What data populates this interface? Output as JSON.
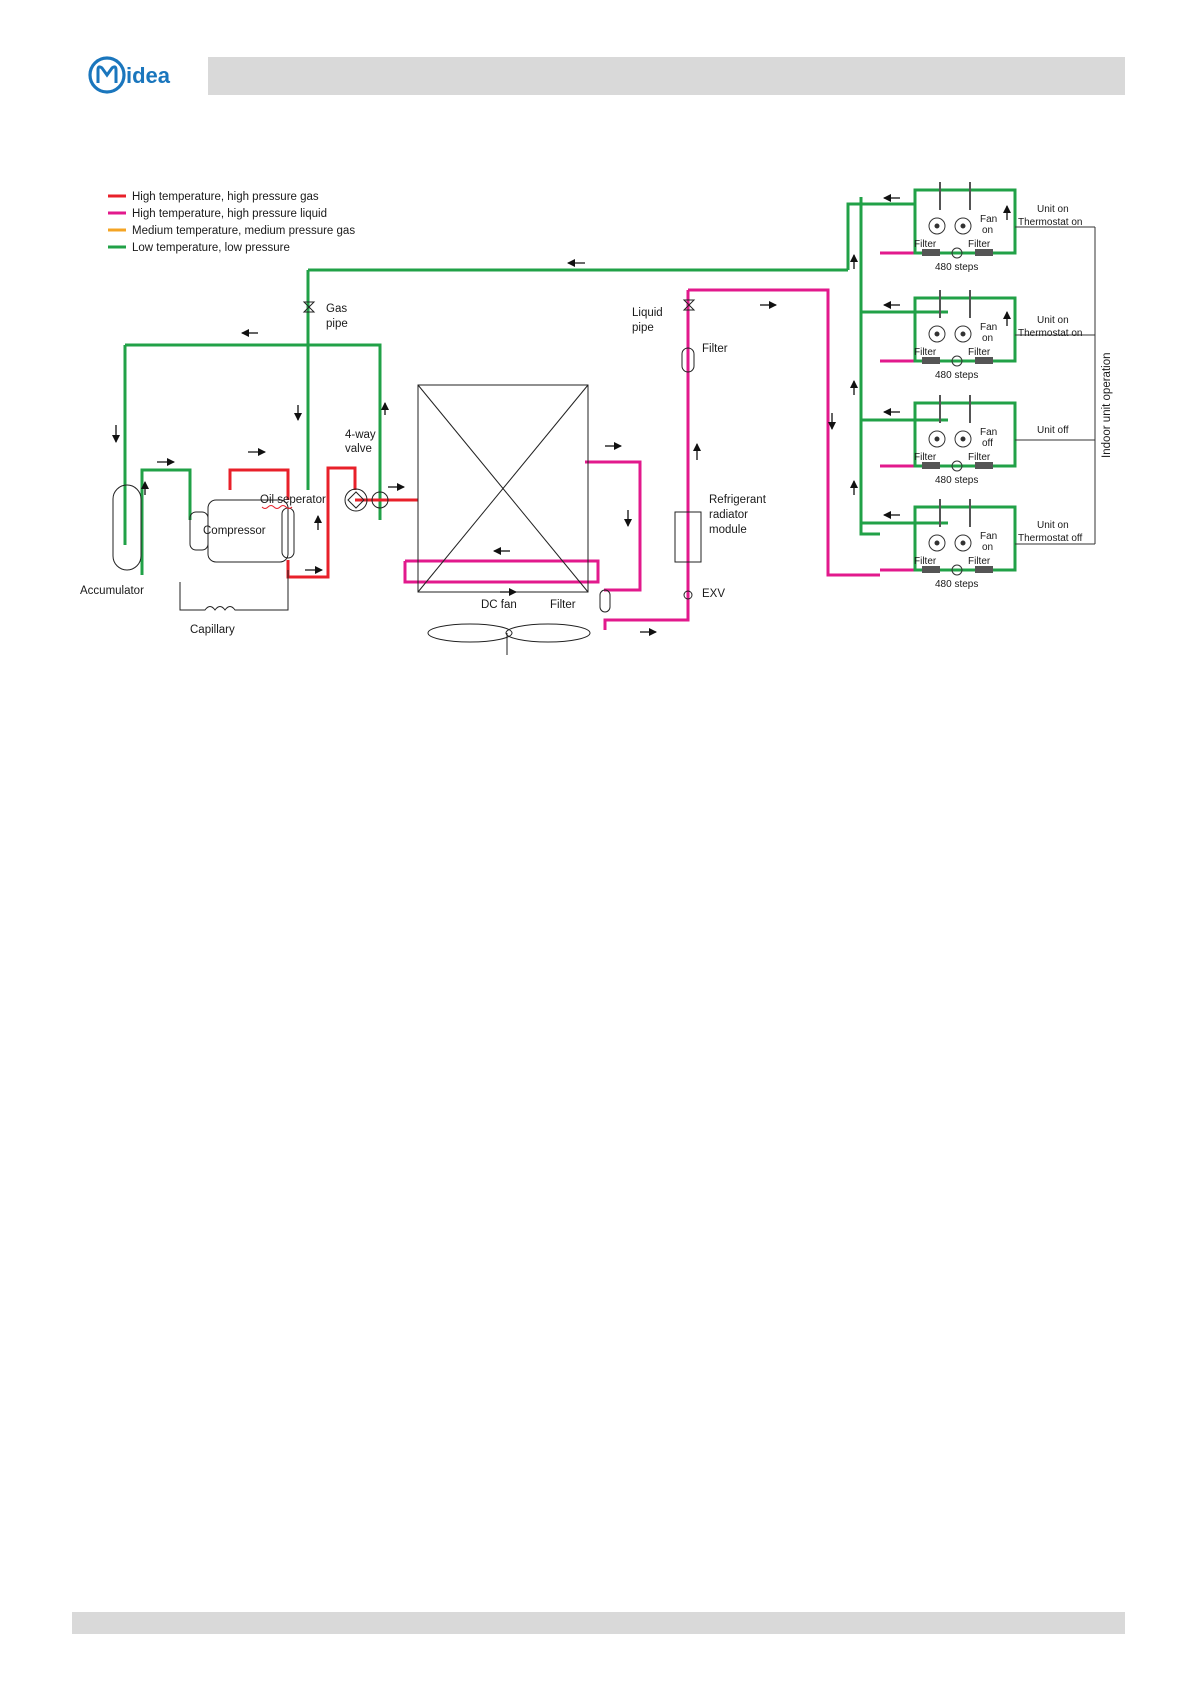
{
  "brand": {
    "name": "Midea",
    "color": "#1a76bd"
  },
  "colors": {
    "hot_gas": "#e8202a",
    "hot_liquid": "#e2198c",
    "medium_gas": "#f4a424",
    "low": "#21a147"
  },
  "legend": [
    {
      "label": "High temperature, high pressure gas",
      "color": "#e8202a"
    },
    {
      "label": "High temperature, high pressure liquid",
      "color": "#e2198c"
    },
    {
      "label": "Medium temperature, medium pressure gas",
      "color": "#f4a424"
    },
    {
      "label": "Low temperature, low pressure",
      "color": "#21a147"
    }
  ],
  "labels": {
    "gas_pipe_1": "Gas",
    "gas_pipe_2": "pipe",
    "liquid_pipe_1": "Liquid",
    "liquid_pipe_2": "pipe",
    "filter_top": "Filter",
    "four_way_1": "4-way",
    "four_way_2": "valve",
    "oil_separator": "Oil seperator",
    "compressor": "Compressor",
    "accumulator": "Accumulator",
    "capillary": "Capillary",
    "dc_fan": "DC fan",
    "filter_bottom": "Filter",
    "radiator_1": "Refrigerant",
    "radiator_2": "radiator",
    "radiator_3": "module",
    "exv": "EXV",
    "indoor_unit_operation": "Indoor unit operation"
  },
  "indoor_units": [
    {
      "fan_1": "Fan",
      "fan_2": "on",
      "filter_left": "Filter",
      "filter_right": "Filter",
      "steps": "480 steps",
      "status_1": "Unit on",
      "status_2": "Thermostat on"
    },
    {
      "fan_1": "Fan",
      "fan_2": "on",
      "filter_left": "Filter",
      "filter_right": "Filter",
      "steps": "480 steps",
      "status_1": "Unit on",
      "status_2": "Thermostat on"
    },
    {
      "fan_1": "Fan",
      "fan_2": "off",
      "filter_left": "Filter",
      "filter_right": "Filter",
      "steps": "480 steps",
      "status_1": "Unit off",
      "status_2": ""
    },
    {
      "fan_1": "Fan",
      "fan_2": "on",
      "filter_left": "Filter",
      "filter_right": "Filter",
      "steps": "480 steps",
      "status_1": "Unit on",
      "status_2": "Thermostat off"
    }
  ]
}
